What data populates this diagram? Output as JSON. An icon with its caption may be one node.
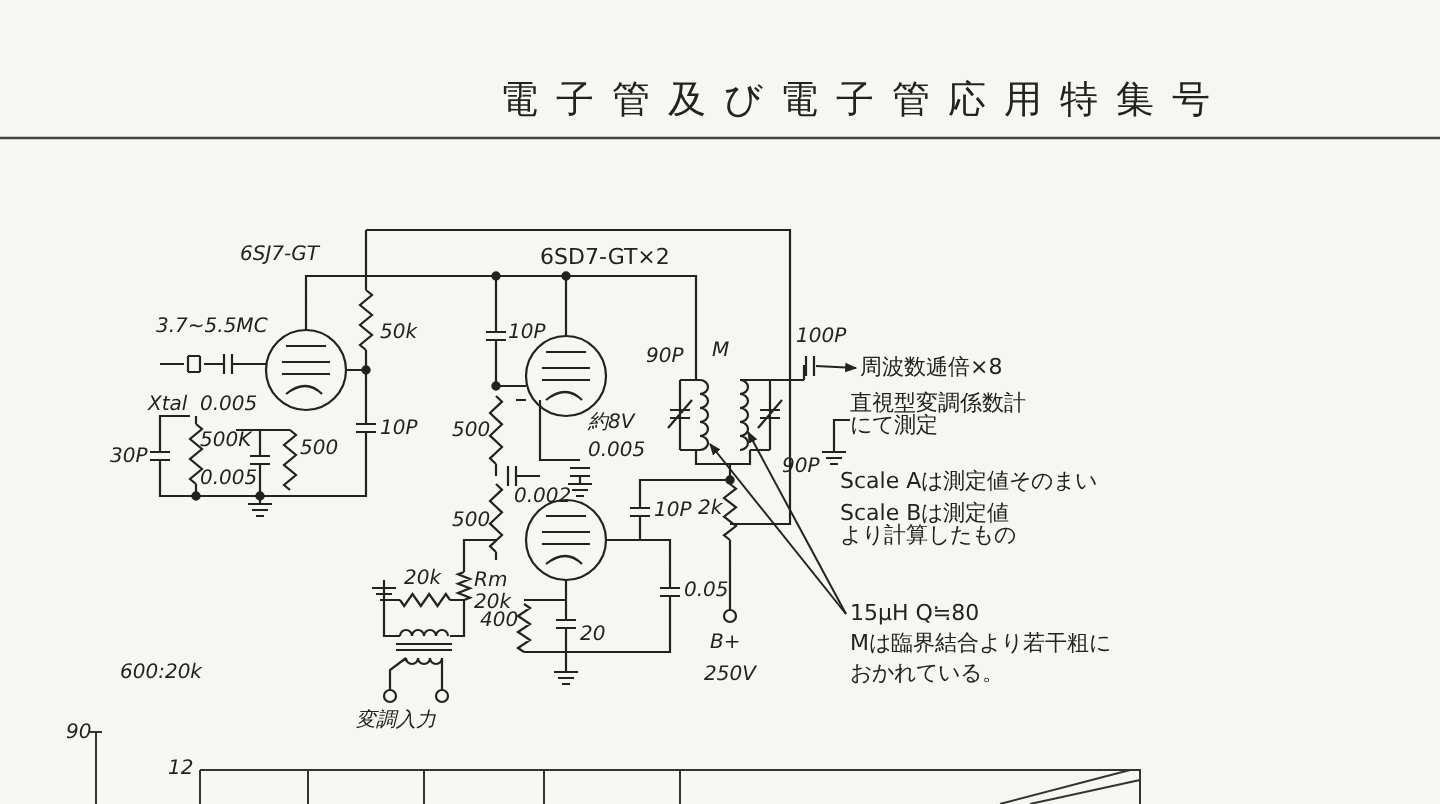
{
  "diagram": {
    "title": "電子管及び電子管応用特集号",
    "nodes": [
      {
        "text": [
          "15μH Q≒80",
          "Mは臨界結合より若干粗におかれている。"
        ]
      },
      {
        "text": [
          "周波数逓倍×8"
        ]
      }
    ],
    "edges": [
      {
        "from": 0,
        "to": null,
        "arrow": "to"
      },
      {
        "from": 0,
        "to": null,
        "arrow": "to"
      },
      {
        "from": null,
        "to": 1,
        "arrow": "to"
      }
    ],
    "labels": [
      "6SJ7-GT",
      "6SD7-GT×2",
      "3.7~5.5MC",
      "50k",
      "Xtal",
      "0.005",
      "10P",
      "90P",
      "M",
      "100P",
      "30P",
      "500K",
      "500",
      "0.005",
      "10P",
      "500",
      "約8V",
      "0.005",
      "90P",
      "0.002",
      "500",
      "10P",
      "2k",
      "Rm",
      "20k",
      "20k",
      "400",
      "20",
      "0.05",
      "600:20k",
      "B+",
      "250V",
      "変調入力",
      "直視型変調係数計にて測定",
      "Scale Aは測定値そのまい",
      "Scale Bは測定値より計算したもの",
      "90",
      "12"
    ]
  }
}
